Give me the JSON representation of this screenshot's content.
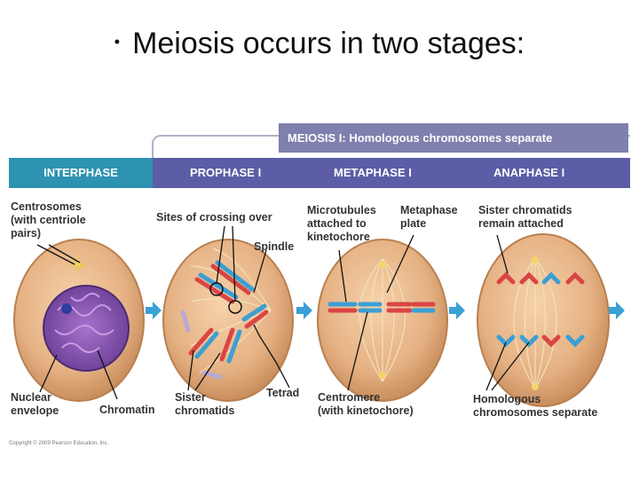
{
  "title": {
    "bullet": "•",
    "text": "Meiosis occurs in two stages:"
  },
  "banner": "MEIOSIS I: Homologous chromosomes separate",
  "phases": [
    "INTERPHASE",
    "PROPHASE I",
    "METAPHASE I",
    "ANAPHASE I"
  ],
  "labels": {
    "centrosomes": [
      "Centrosomes",
      "(with centriole",
      "pairs)"
    ],
    "crossing": "Sites of crossing over",
    "spindle": "Spindle",
    "microtubules": [
      "Microtubules",
      "attached to",
      "kinetochore"
    ],
    "metaphase_plate": [
      "Metaphase",
      "plate"
    ],
    "sister_attached": [
      "Sister chromatids",
      "remain attached"
    ],
    "nuclear": [
      "Nuclear",
      "envelope"
    ],
    "chromatin": "Chromatin",
    "sister": [
      "Sister",
      "chromatids"
    ],
    "tetrad": "Tetrad",
    "centromere": [
      "Centromere",
      "(with kinetochore)"
    ],
    "homologous": [
      "Homologous",
      "chromosomes separate"
    ]
  },
  "copyright": "Copyright © 2009 Pearson Education, Inc.",
  "colors": {
    "banner": "#7f80ad",
    "interphase": "#2d93b0",
    "meiosis": "#5c5da6",
    "cell": "#e4b182",
    "chromosome_red": "#d94545",
    "chromosome_blue": "#3a9fd4",
    "nucleus": "#8d56b5",
    "arrow": "#3aa0d6"
  }
}
